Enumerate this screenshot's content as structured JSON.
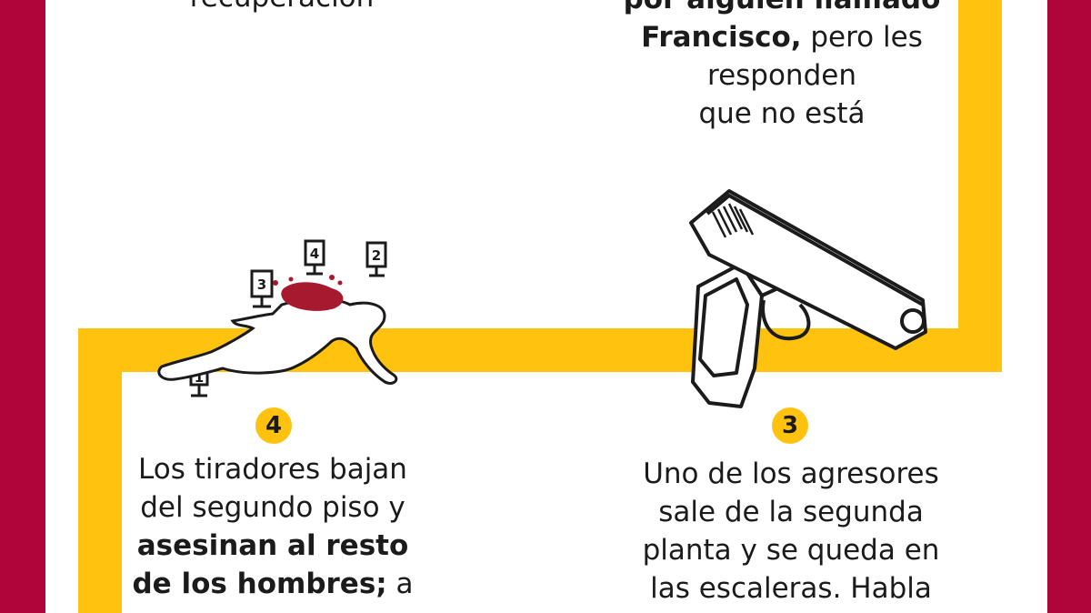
{
  "frame": {
    "color": "#b0053a",
    "track_color": "#ffc20e"
  },
  "step2": {
    "line1": "por alguien llamado",
    "line2_bold": "Francisco,",
    "line2_rest": " pero les",
    "line3": "responden",
    "line4": "que no está"
  },
  "step1": {
    "tail": "recuperación"
  },
  "step3": {
    "badge": "3",
    "lines": [
      "Uno de los agresores",
      "sale de la segunda",
      "planta y se queda en",
      "las escaleras. Habla"
    ],
    "icon": "pistol-icon"
  },
  "step4": {
    "badge": "4",
    "line1": "Los tiradores bajan",
    "line2": "del segundo piso y",
    "line3_bold": "asesinan al resto",
    "line4_bold": "de los hombres;",
    "line4_rest": " a",
    "icon": "crime-scene-body-icon",
    "markers": [
      "1",
      "2",
      "3",
      "4"
    ]
  }
}
